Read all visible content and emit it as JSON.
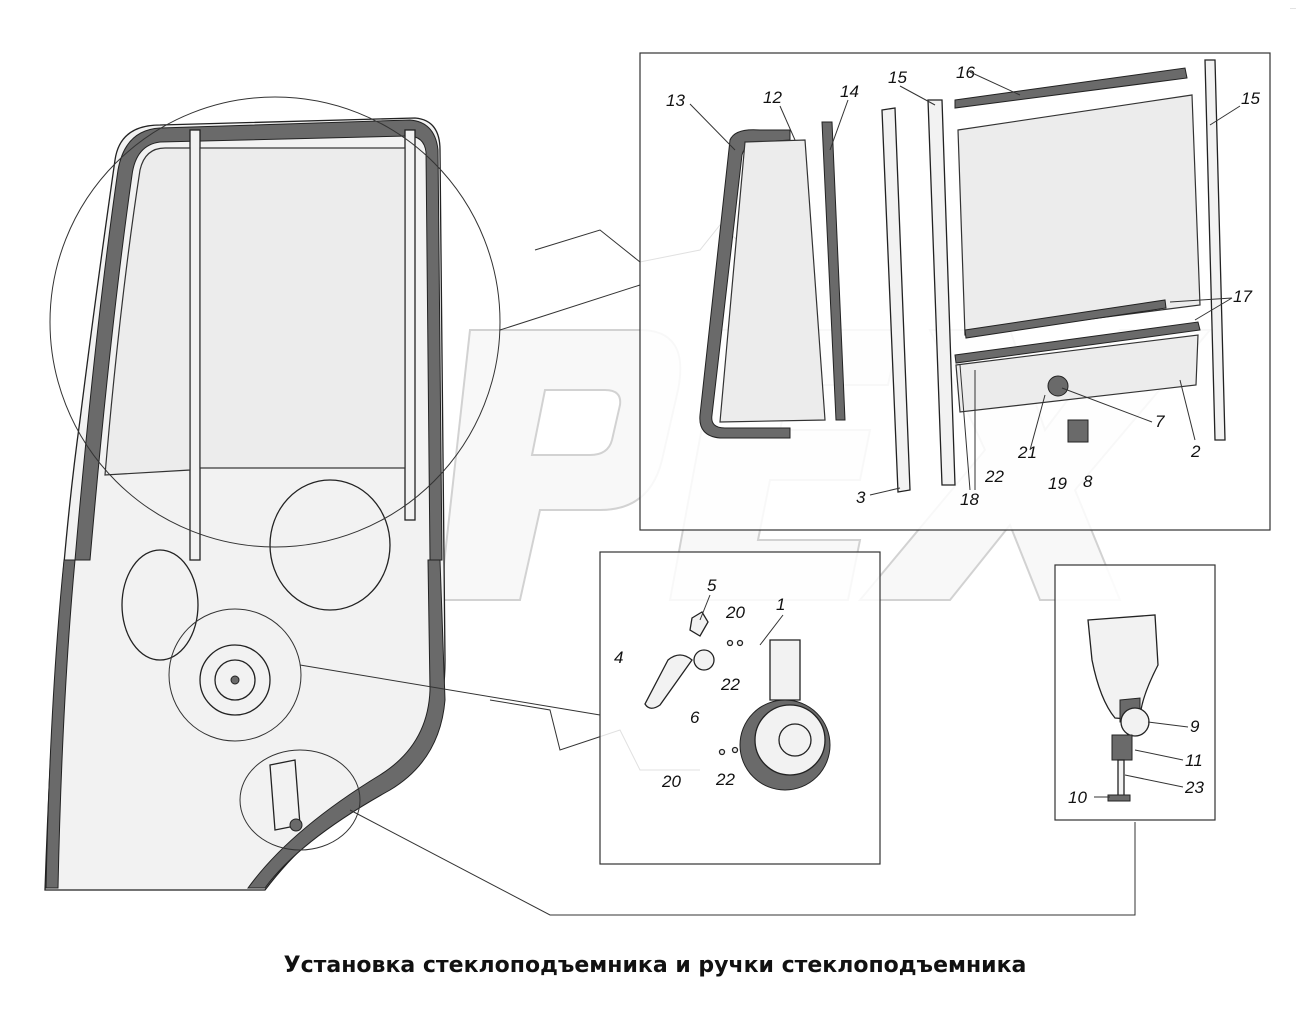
{
  "caption": "Установка стеклоподъемника и ручки стеклоподъемника",
  "watermark": "OPEX",
  "corner_mark": "···",
  "callouts": {
    "c1": "1",
    "c2": "2",
    "c3": "3",
    "c4": "4",
    "c5": "5",
    "c6": "6",
    "c7": "7",
    "c8": "8",
    "c9": "9",
    "c10": "10",
    "c11": "11",
    "c12": "12",
    "c13": "13",
    "c14": "14",
    "c15a": "15",
    "c15b": "15",
    "c16": "16",
    "c17": "17",
    "c18": "18",
    "c19": "19",
    "c20a": "20",
    "c20b": "20",
    "c21": "21",
    "c22a": "22",
    "c22b": "22",
    "c22c": "22",
    "c23": "23"
  }
}
